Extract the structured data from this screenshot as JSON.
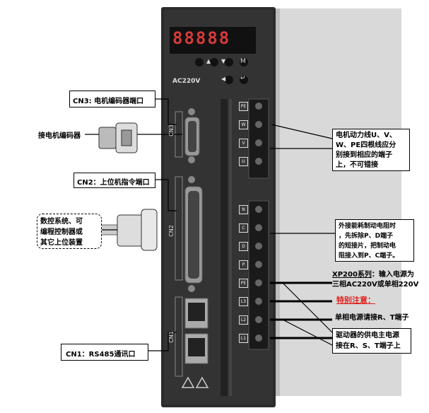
{
  "drive": {
    "model_label": "AC220V",
    "display_digits": "88888",
    "keys": {
      "up": "▲",
      "down": "▼",
      "mode": "M",
      "left": "◀",
      "enter": "↵"
    },
    "port_cn3": "CN3",
    "port_cn2": "CN2",
    "port_cn1": "CN1",
    "upper_terminals": [
      "PE",
      "W",
      "V",
      "U"
    ],
    "lower_terminals": [
      "N",
      "C",
      "D",
      "P",
      "PE",
      "L3",
      "L2",
      "L1"
    ]
  },
  "callouts": {
    "cn3": "CN3: 电机编码器端口",
    "encoder": "接电机编码器",
    "cn2": "CN2：上位机指令端口",
    "upper_device": "数控系统、可\n编程控制器或\n其它上位装置",
    "cn1": "CN1：RS485通讯口",
    "motor_power": "电机动力线U、V、\nW、PE四根线应分\n别接到相应的端子\n上，不可错接",
    "brake_resistor": "外接能耗制动电阻时\n，先拆除P、D端子\n的短接片，把制动电\n阻接入到P、C端子。",
    "xp200_title": "XP200系列",
    "xp200_text": "：输入电源为\n三相AC220V或单相220V",
    "special_note": "特别注意：",
    "single_phase": "单相电源请接R、T端子",
    "control_power": "驱动器的供电主电源\n接在R、S、T端子上"
  }
}
